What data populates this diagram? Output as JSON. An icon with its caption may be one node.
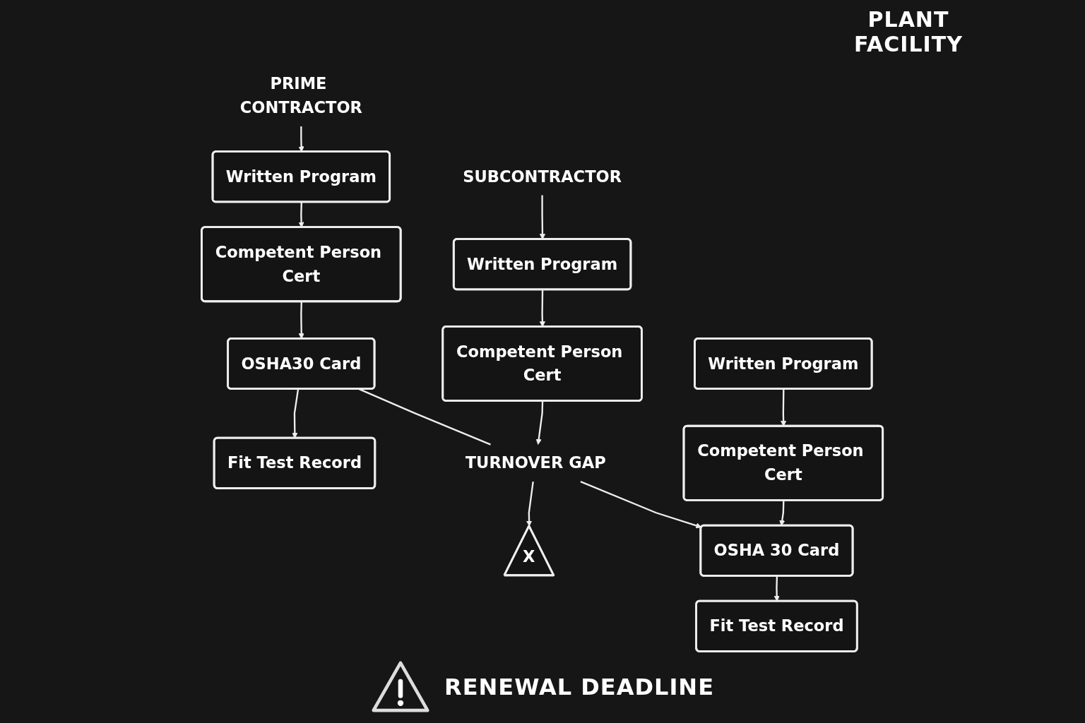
{
  "diagram": {
    "nodes": [
      {
        "text": [
          "PRIME CONTRACTOR"
        ]
      },
      {
        "text": [
          "SUBCONTRACTOR"
        ]
      },
      {
        "text": [
          "Written Program"
        ]
      },
      {
        "text": [
          "Written Program"
        ]
      },
      {
        "text": [
          "Written Program"
        ]
      },
      {
        "text": [
          "Competent Person Cert"
        ]
      },
      {
        "text": [
          "Competent Person Cert"
        ]
      },
      {
        "text": [
          "Competent Person Cert"
        ]
      },
      {
        "text": [
          "OSHA30 Card"
        ]
      },
      {
        "text": [
          "TURNOVER GAP"
        ]
      },
      {
        "text": [
          "OSHA 30 Card"
        ]
      },
      {
        "text": [
          "Fit Test Record"
        ]
      },
      {
        "text": [
          "X"
        ]
      },
      {
        "text": [
          "Fit Test Record"
        ]
      }
    ],
    "edges": [
      {
        "from": 0,
        "to": 2,
        "arrow": "to"
      },
      {
        "from": 2,
        "to": 5,
        "arrow": "to"
      },
      {
        "from": 5,
        "to": 8,
        "arrow": "to"
      },
      {
        "from": 8,
        "to": 11,
        "arrow": "to"
      },
      {
        "from": 1,
        "to": 3,
        "arrow": "to"
      },
      {
        "from": 3,
        "to": 6,
        "arrow": "to"
      },
      {
        "from": 6,
        "to": 9,
        "arrow": "to"
      },
      {
        "from": 9,
        "to": 12,
        "arrow": "to"
      },
      {
        "from": 4,
        "to": 7,
        "arrow": "to"
      },
      {
        "from": 7,
        "to": 10,
        "arrow": "to"
      },
      {
        "from": 10,
        "to": 13,
        "arrow": "to"
      },
      {
        "from": 8,
        "to": 9,
        "arrow": "none"
      },
      {
        "from": 9,
        "to": 10,
        "arrow": "to"
      }
    ],
    "labels": [
      "PLANT FACILITY",
      "RENEWAL DEADLINE"
    ]
  }
}
